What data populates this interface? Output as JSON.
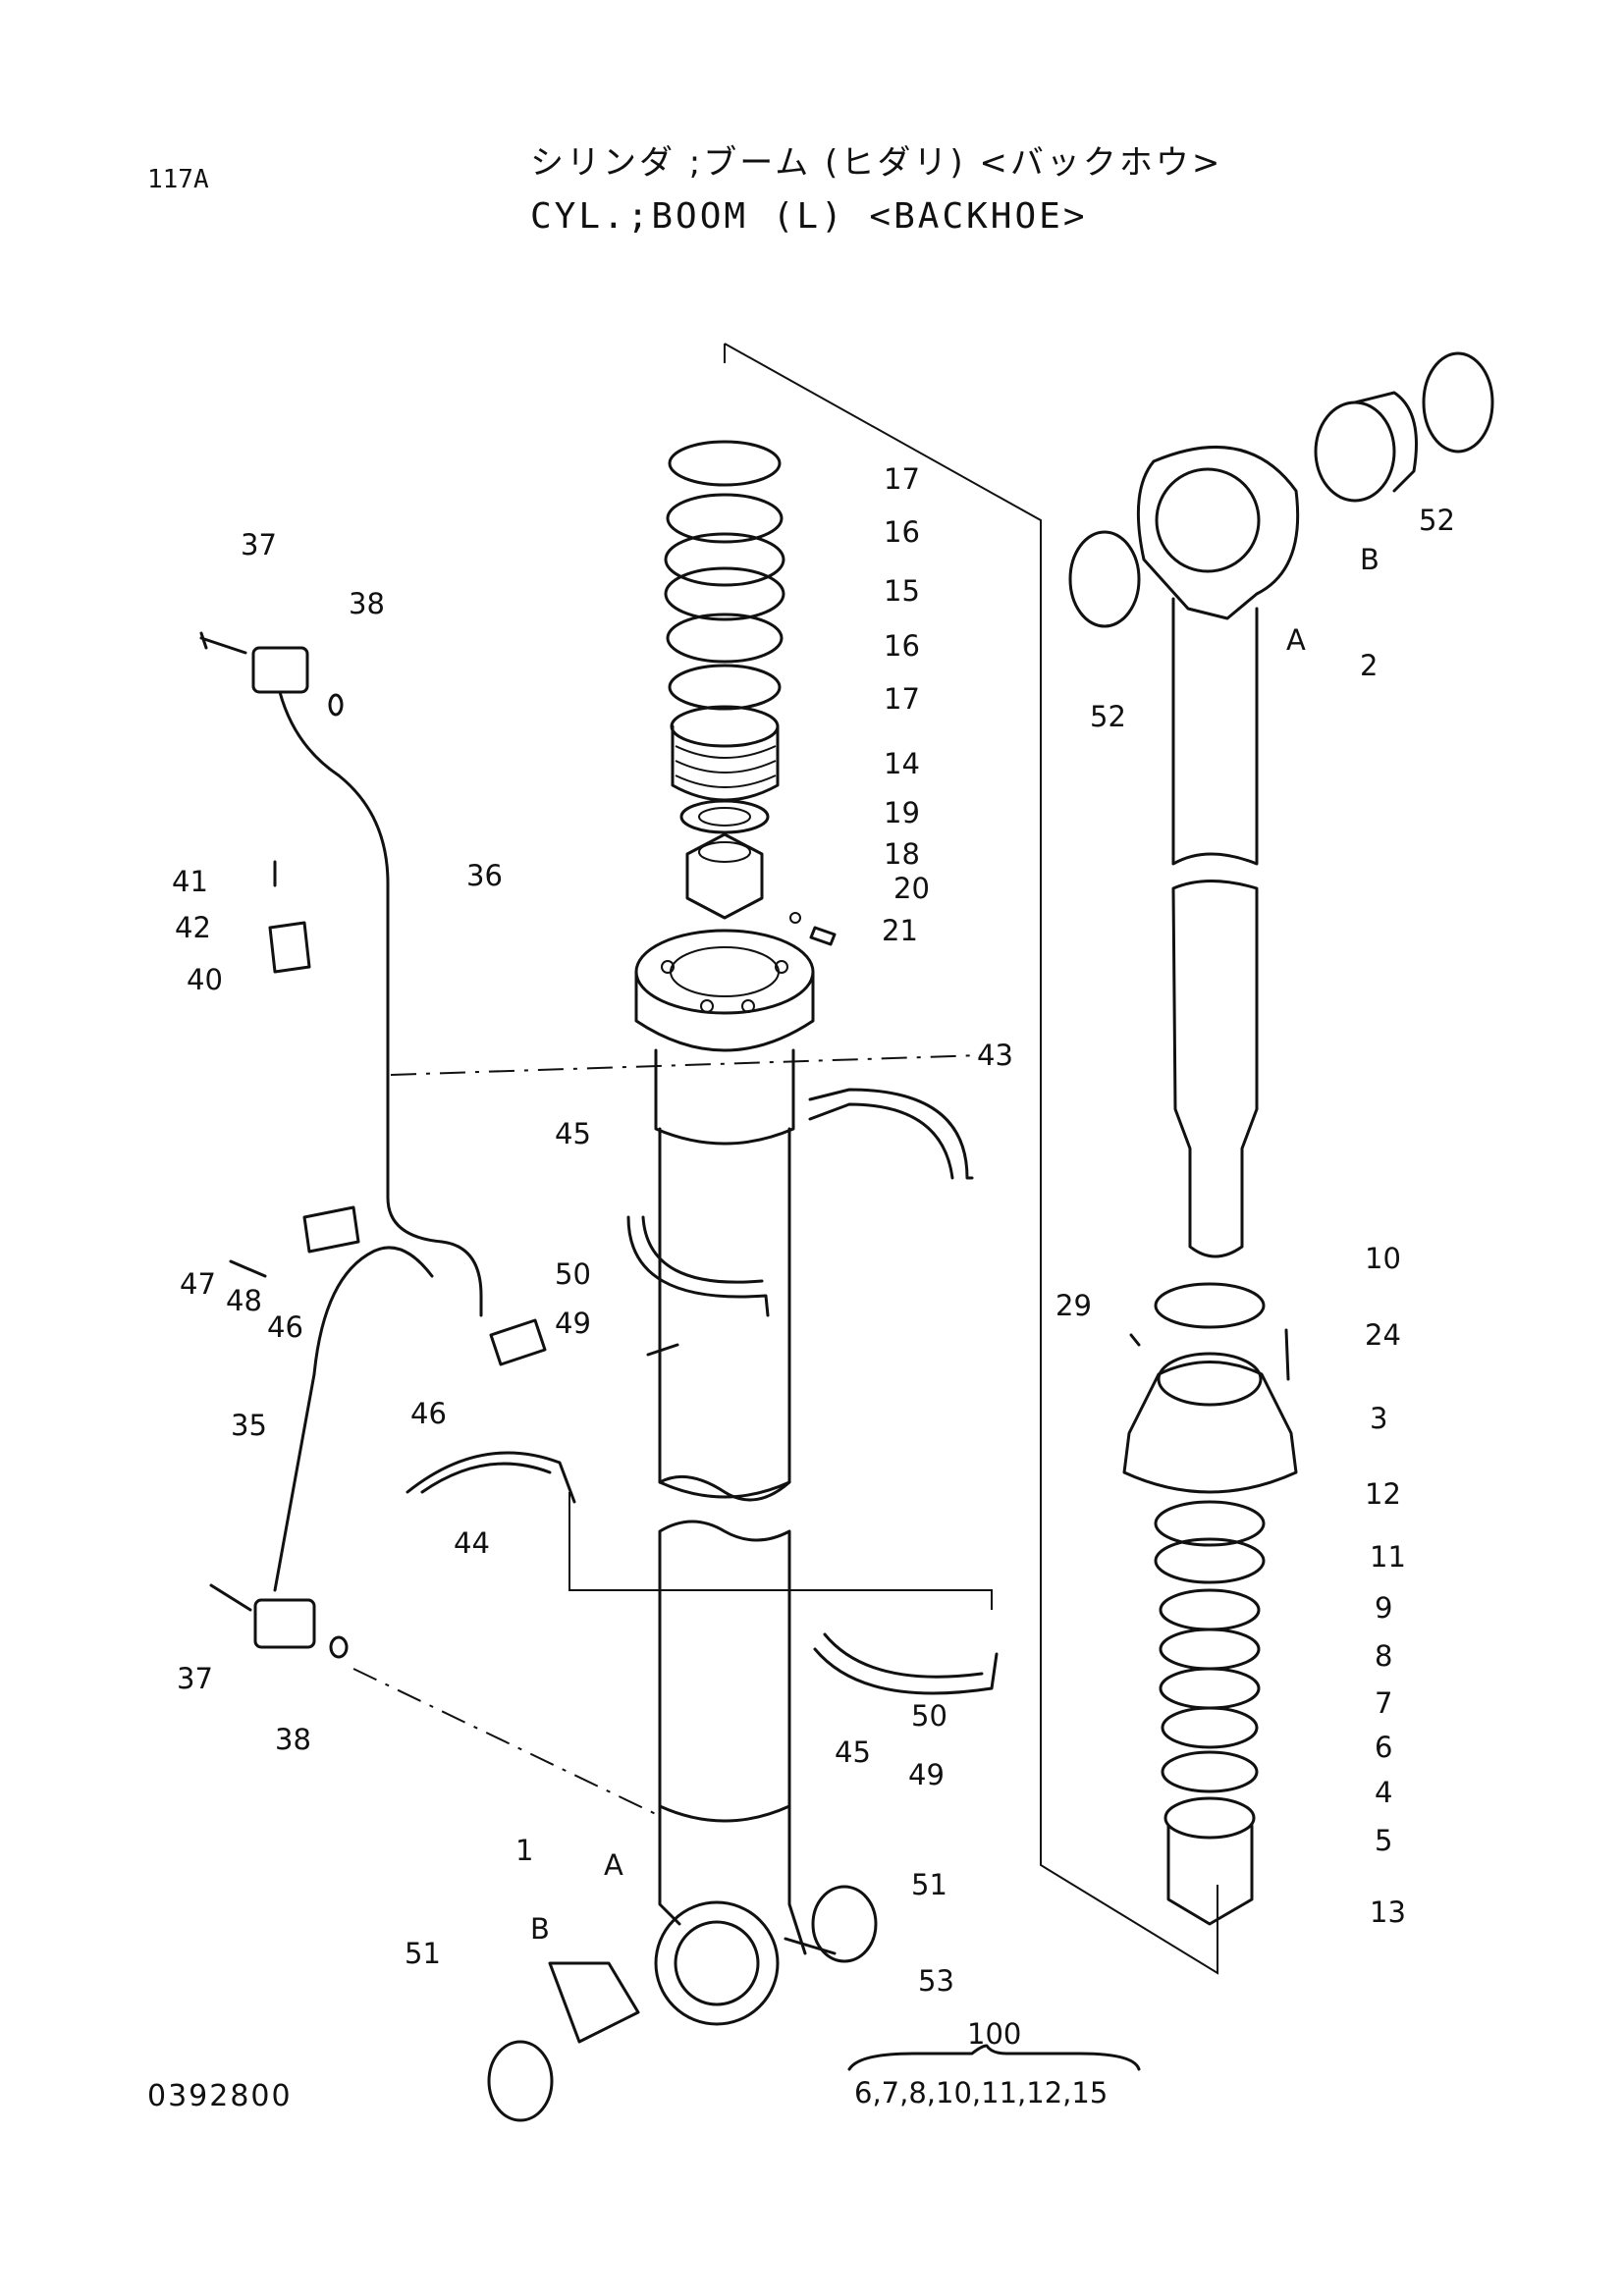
{
  "header": {
    "page_code": "117A",
    "title_jp": "シリンダ ;ブーム (ヒダリ) <バックホウ>",
    "title_en": "CYL.;BOOM (L) <BACKHOE>"
  },
  "footer": {
    "document_number": "0392800",
    "kit_number": "100",
    "kit_contents": "6,7,8,10,11,12,15"
  },
  "callouts": [
    "17",
    "16",
    "15",
    "16",
    "17",
    "14",
    "19",
    "18",
    "20",
    "21",
    "37",
    "38",
    "41",
    "36",
    "42",
    "40",
    "43",
    "45",
    "47",
    "48",
    "46",
    "50",
    "49",
    "46",
    "35",
    "44",
    "37",
    "38",
    "45",
    "50",
    "49",
    "1",
    "A",
    "B",
    "51",
    "51",
    "53",
    "52",
    "B",
    "52",
    "A",
    "2",
    "10",
    "29",
    "24",
    "3",
    "12",
    "11",
    "9",
    "8",
    "7",
    "6",
    "4",
    "5",
    "13"
  ]
}
